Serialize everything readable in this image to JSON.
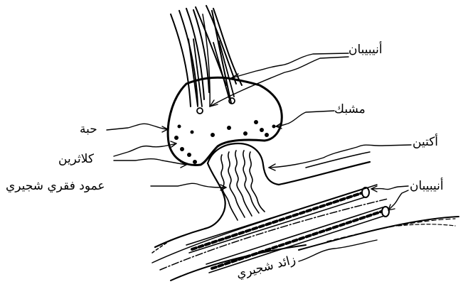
{
  "labels": {
    "microtubules_top": "أنيبيبان",
    "synapse": "مشبك",
    "granule": "حبة",
    "actin": "أكتين",
    "clathrin": "كلاثرين",
    "microtubules_right": "أنيبيبان",
    "dendritic_spine": "عمود فقري شجيري",
    "dendrite": "زائد شجيري"
  }
}
